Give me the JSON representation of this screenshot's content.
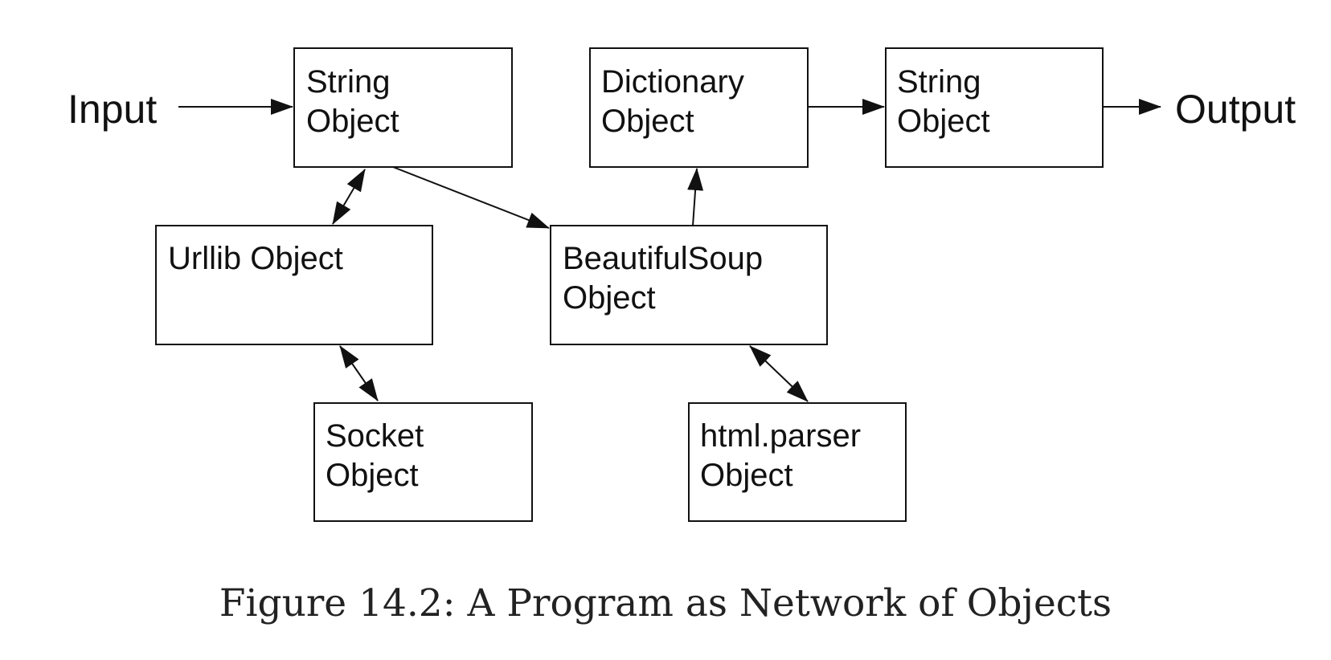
{
  "colors": {
    "stroke": "#111111",
    "text": "#111111",
    "caption": "#222222",
    "background": "#ffffff"
  },
  "terminals": {
    "input": "Input",
    "output": "Output"
  },
  "nodes": {
    "string1": {
      "line1": "String",
      "line2": "Object"
    },
    "dictionary": {
      "line1": "Dictionary",
      "line2": "Object"
    },
    "string2": {
      "line1": "String",
      "line2": "Object"
    },
    "urllib": {
      "line1": "Urllib Object"
    },
    "beautifulsoup": {
      "line1": "BeautifulSoup",
      "line2": "Object"
    },
    "socket": {
      "line1": "Socket",
      "line2": "Object"
    },
    "htmlparser": {
      "line1": "html.parser",
      "line2": "Object"
    }
  },
  "edges": [
    {
      "from": "input",
      "to": "string1",
      "direction": "forward"
    },
    {
      "from": "string1",
      "to": "urllib",
      "direction": "both"
    },
    {
      "from": "string1",
      "to": "beautifulsoup",
      "direction": "forward"
    },
    {
      "from": "urllib",
      "to": "socket",
      "direction": "both"
    },
    {
      "from": "beautifulsoup",
      "to": "htmlparser",
      "direction": "both"
    },
    {
      "from": "beautifulsoup",
      "to": "dictionary",
      "direction": "forward"
    },
    {
      "from": "dictionary",
      "to": "string2",
      "direction": "forward"
    },
    {
      "from": "string2",
      "to": "output",
      "direction": "forward"
    }
  ],
  "caption": "Figure 14.2: A Program as Network of Objects"
}
